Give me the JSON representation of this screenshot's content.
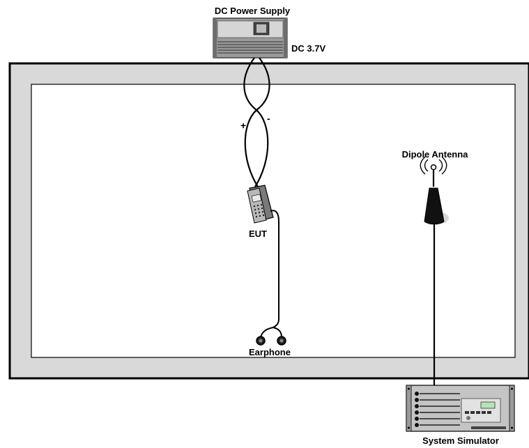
{
  "labels": {
    "dc_power_supply": "DC Power Supply",
    "dc_voltage": "DC 3.7V",
    "plus": "+",
    "minus": "-",
    "dipole_antenna": "Dipole Antenna",
    "eut": "EUT",
    "earphone": "Earphone",
    "system_simulator": "System Simulator"
  },
  "icons": {
    "power_supply": "power-supply-icon",
    "phone": "mobile-phone-icon",
    "antenna": "dipole-antenna-icon",
    "earphone": "earphone-icon",
    "simulator": "system-simulator-icon"
  },
  "colors": {
    "outer_chamber": "#d9d9d9",
    "inner_area": "#ffffff",
    "line": "#000000"
  }
}
